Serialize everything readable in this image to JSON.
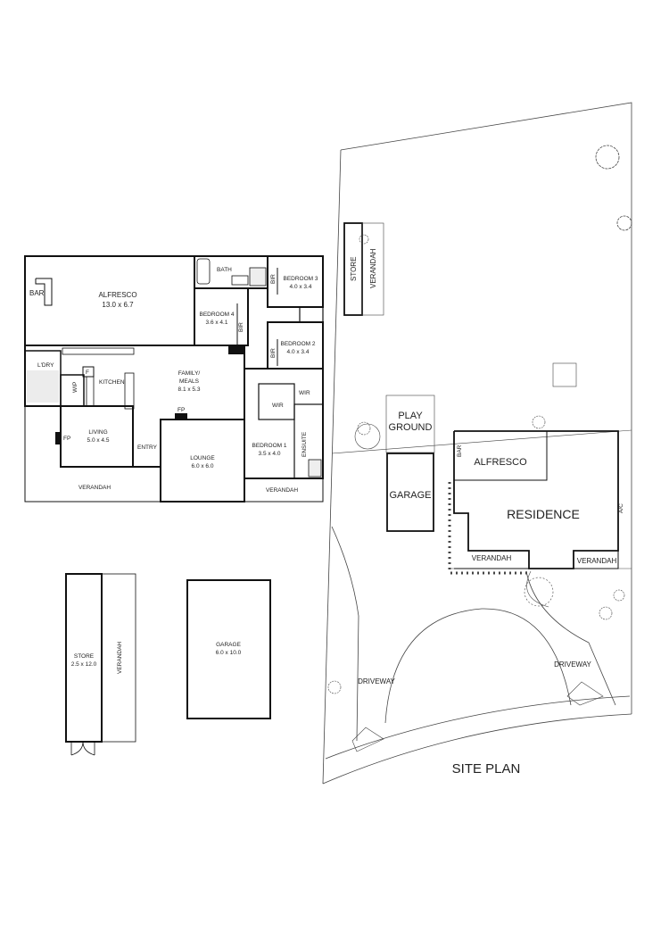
{
  "house": {
    "alfresco": {
      "name": "ALFRESCO",
      "size": "13.0 x 6.7"
    },
    "bar": "BAR",
    "bath": "BATH",
    "bedroom3": {
      "name": "BEDROOM 3",
      "size": "4.0 x 3.4"
    },
    "bedroom4": {
      "name": "BEDROOM 4",
      "size": "3.6 x 4.1"
    },
    "bedroom2": {
      "name": "BEDROOM 2",
      "size": "4.0 x 3.4"
    },
    "bedroom1": {
      "name": "BEDROOM 1",
      "size": "3.5 x 4.0"
    },
    "bir": "BIR",
    "ldry": "L'DRY",
    "wip": "WIP",
    "f": "F",
    "kitchen": "KITCHEN",
    "family": {
      "name": "FAMILY/",
      "name2": "MEALS",
      "size": "8.1 x 5.3"
    },
    "fp": "FP",
    "living": {
      "name": "LIVING",
      "size": "5.0 x 4.5"
    },
    "entry": "ENTRY",
    "lounge": {
      "name": "LOUNGE",
      "size": "6.0 x 6.0"
    },
    "wir": "WIR",
    "ensuite": "ENSUITE",
    "verandah": "VERANDAH"
  },
  "outbuildings": {
    "store": {
      "name": "STORE",
      "size": "2.5 x 12.0"
    },
    "verandah": "VERANDAH",
    "garage": {
      "name": "GARAGE",
      "size": "6.0 x 10.0"
    }
  },
  "site": {
    "store": "STORE",
    "verandah": "VERANDAH",
    "play": "PLAY",
    "ground": "GROUND",
    "garage": "GARAGE",
    "alfresco": "ALFRESCO",
    "bar": "BAR",
    "residence": "RESIDENCE",
    "verandah_front": "VERANDAH",
    "verandah_right": "VERANDAH",
    "ac": "A/C",
    "driveway_left": "DRIVEWAY",
    "driveway_right": "DRIVEWAY",
    "title": "SITE PLAN"
  }
}
